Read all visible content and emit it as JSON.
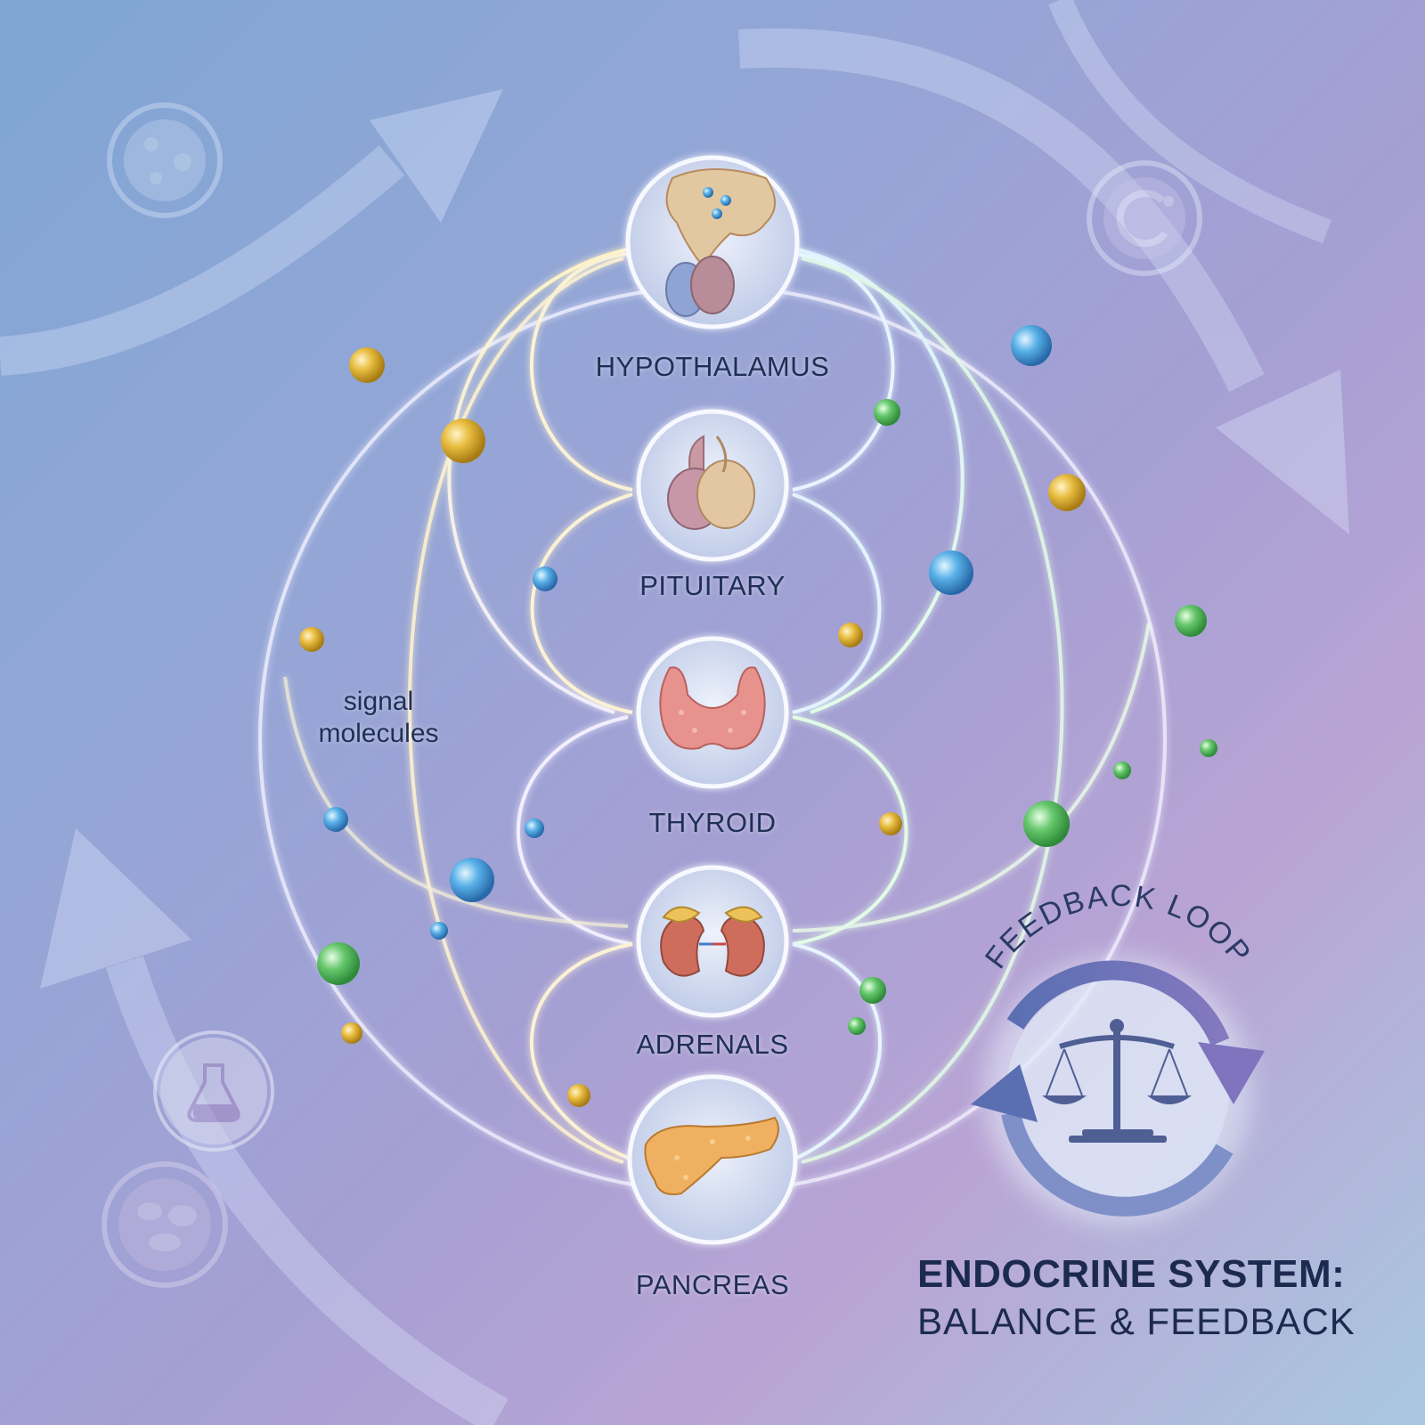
{
  "title": {
    "line1": "ENDOCRINE SYSTEM:",
    "line2": "BALANCE & FEEDBACK"
  },
  "feedback_loop": {
    "label": "FEEDBACK LOOP",
    "icon": "balance-scale-icon"
  },
  "side_note": {
    "line1": "signal",
    "line2": "molecules"
  },
  "glands": [
    {
      "id": "hypothalamus",
      "label": "HYPOTHALAMUS",
      "icon": "hypothalamus-icon"
    },
    {
      "id": "pituitary",
      "label": "PITUITARY",
      "icon": "pituitary-icon"
    },
    {
      "id": "thyroid",
      "label": "THYROID",
      "icon": "thyroid-icon"
    },
    {
      "id": "adrenals",
      "label": "ADRENALS",
      "icon": "adrenals-icon"
    },
    {
      "id": "pancreas",
      "label": "PANCREAS",
      "icon": "pancreas-icon"
    }
  ],
  "background_icons": [
    "cells-icon",
    "cycle-icon",
    "flask-icon",
    "organs-icon"
  ],
  "colors": {
    "text": "#1f2f55",
    "molecule_gold": "#e2b43a",
    "molecule_blue": "#4aa6e0",
    "molecule_green": "#5cc46a",
    "loop_arrow": "#5d6fb0"
  }
}
